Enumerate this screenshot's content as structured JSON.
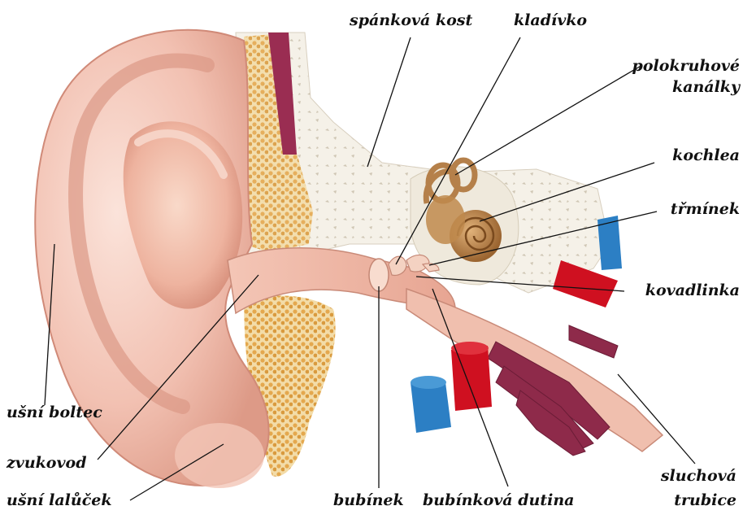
{
  "labels": {
    "spankova_kost": "spánková kost",
    "kladivko": "kladívko",
    "polokruhove_1": "polokruhové",
    "polokruhove_2": "kanálky",
    "kochlea": "kochlea",
    "trminek": "třmínek",
    "kovadlinka": "kovadlinka",
    "usni_boltec": "ušní boltec",
    "zvukovod": "zvukovod",
    "usni_lalucek": "ušní lalůček",
    "bubinek": "bubínek",
    "bubinkova_dutina": "bubínková dutina",
    "sluchova_1": "sluchová",
    "sluchova_2": "trubice"
  },
  "colors": {
    "skin_light": "#f7d6cc",
    "skin_mid": "#efb7a6",
    "skin_dark": "#d9907e",
    "bone": "#f3efe6",
    "fat": "#e9b25a",
    "cochlea": "#b07a3c",
    "muscle": "#8e2a4a",
    "artery": "#d0121e",
    "vein": "#2e84c8",
    "line": "#111111"
  }
}
